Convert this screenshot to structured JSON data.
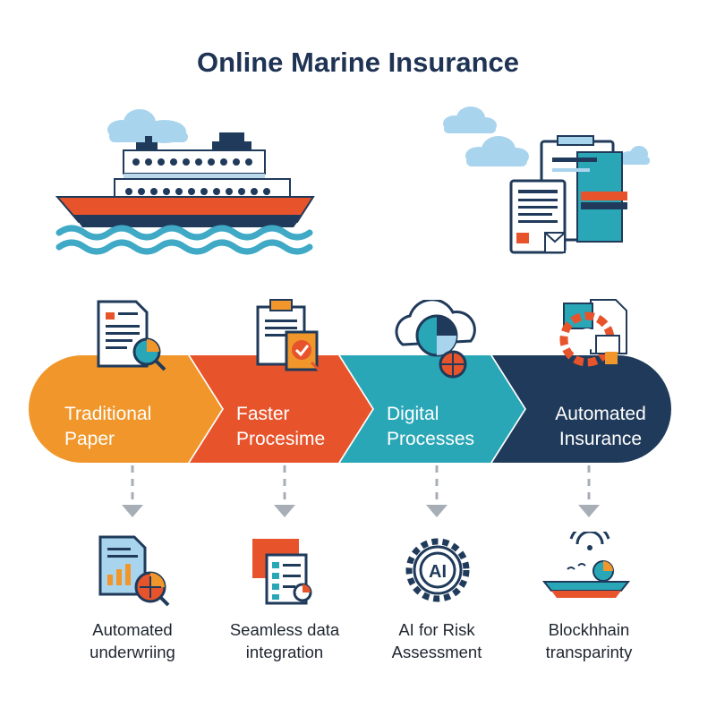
{
  "title": "Online Marine Insurance",
  "colors": {
    "navy": "#1f3354",
    "orange_yellow": "#f0962a",
    "orange_red": "#e7542c",
    "teal": "#2aa7b6",
    "dark_navy": "#1f3a5a",
    "sky": "#a9d4ee",
    "wave": "#3fa9c6"
  },
  "flow": {
    "steps": [
      {
        "line1": "Traditional",
        "line2": "Paper",
        "icon": "document-chart-icon"
      },
      {
        "line1": "Faster",
        "line2": "Procesime",
        "icon": "clipboard-check-icon"
      },
      {
        "line1": "Digital",
        "line2": "Processes",
        "icon": "cloud-pie-icon"
      },
      {
        "line1": "Automated",
        "line2": "Insurance",
        "icon": "gear-document-icon"
      }
    ]
  },
  "features": [
    {
      "line1": "Automated",
      "line2": "underwriing",
      "icon": "document-bar-chart-icon"
    },
    {
      "line1": "Seamless data",
      "line2": "integration",
      "icon": "data-documents-icon"
    },
    {
      "line1": "AI for Risk",
      "line2": "Assessment",
      "icon": "ai-gear-icon"
    },
    {
      "line1": "Blockhhain",
      "line2": "transparinty",
      "icon": "ship-signal-icon"
    }
  ]
}
